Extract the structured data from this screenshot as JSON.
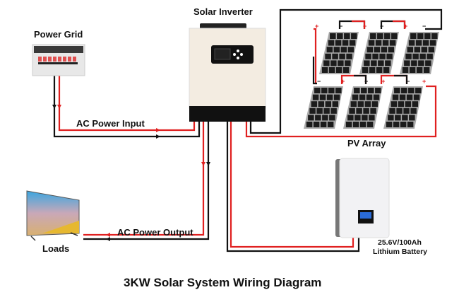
{
  "title": "3KW Solar System Wiring Diagram",
  "components": {
    "power_grid": {
      "label": "Power Grid"
    },
    "inverter": {
      "label": "Solar Inverter"
    },
    "pv_array": {
      "label": "PV Array",
      "panel_count": 6
    },
    "loads": {
      "label": "Loads"
    },
    "battery": {
      "label_line1": "25.6V/100Ah",
      "label_line2": "Lithium Battery"
    }
  },
  "connections": {
    "ac_input": {
      "label": "AC Power Input"
    },
    "ac_output": {
      "label": "AC Power Output"
    }
  },
  "polarity": {
    "positive": "+",
    "negative": "−"
  },
  "colors": {
    "positive_wire": "#e02020",
    "negative_wire": "#111111",
    "inverter_body": "#f3ece1",
    "panel_cell": "#1c1c1c"
  }
}
